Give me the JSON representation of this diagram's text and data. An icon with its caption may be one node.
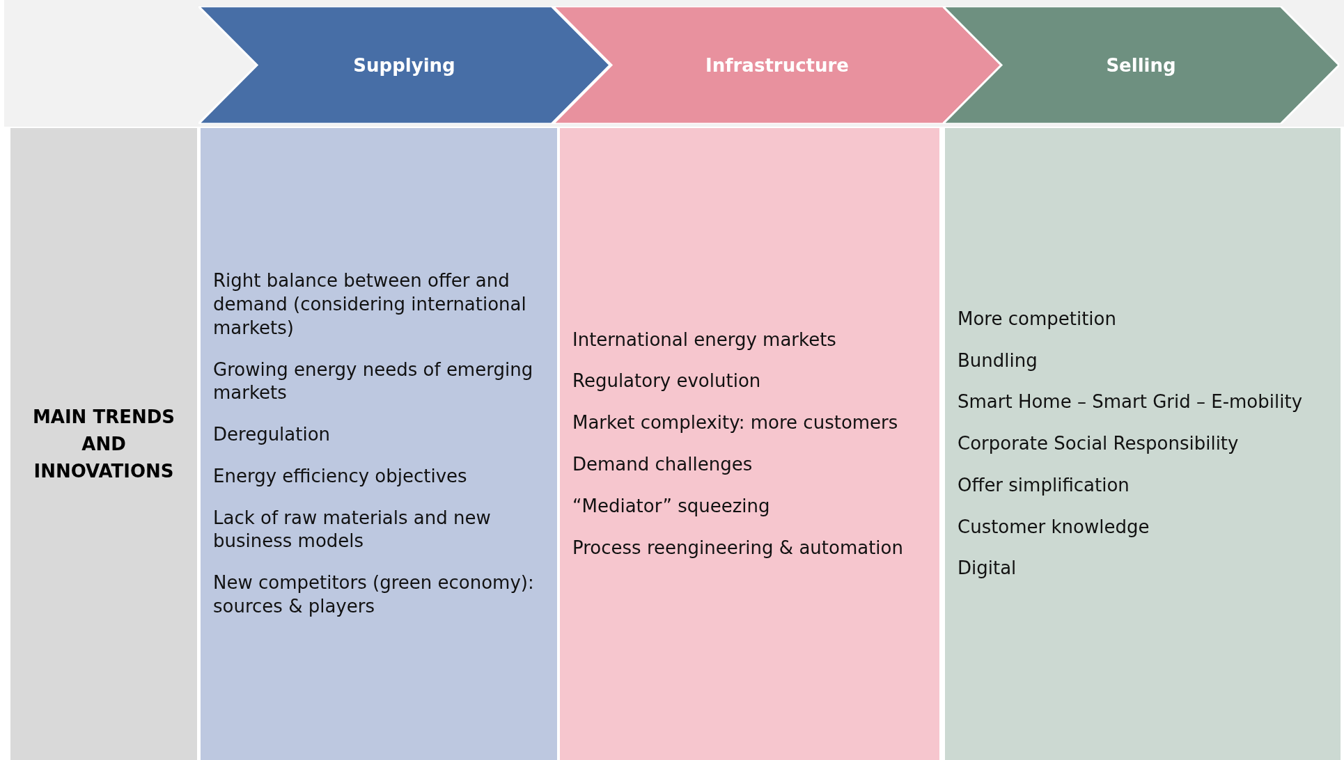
{
  "diagram": {
    "nodes": [
      {
        "text": [
          "Supplying"
        ]
      },
      {
        "text": [
          "Infrastructure"
        ]
      },
      {
        "text": [
          "Selling"
        ]
      },
      {
        "text": [
          "MAIN TRENDS AND INNOVATIONS"
        ]
      },
      {
        "text": [
          "Right balance between offer and demand (considering international markets)",
          "Growing energy needs of emerging markets",
          "Deregulation",
          "Energy efficiency objectives",
          "Lack of raw materials and new business models",
          "New competitors (green economy): sources & players"
        ]
      },
      {
        "text": [
          "International energy markets",
          "Regulatory evolution",
          "Market complexity: more customers",
          "Demand challenges",
          "“Mediator” squeezing",
          "Process reengineering & automation"
        ]
      },
      {
        "text": [
          "More competition",
          "Bundling",
          "Smart Home – Smart Grid – E-mobility",
          "Corporate Social Responsibility",
          "Offer simplification",
          "Customer knowledge",
          "Digital"
        ]
      }
    ]
  }
}
